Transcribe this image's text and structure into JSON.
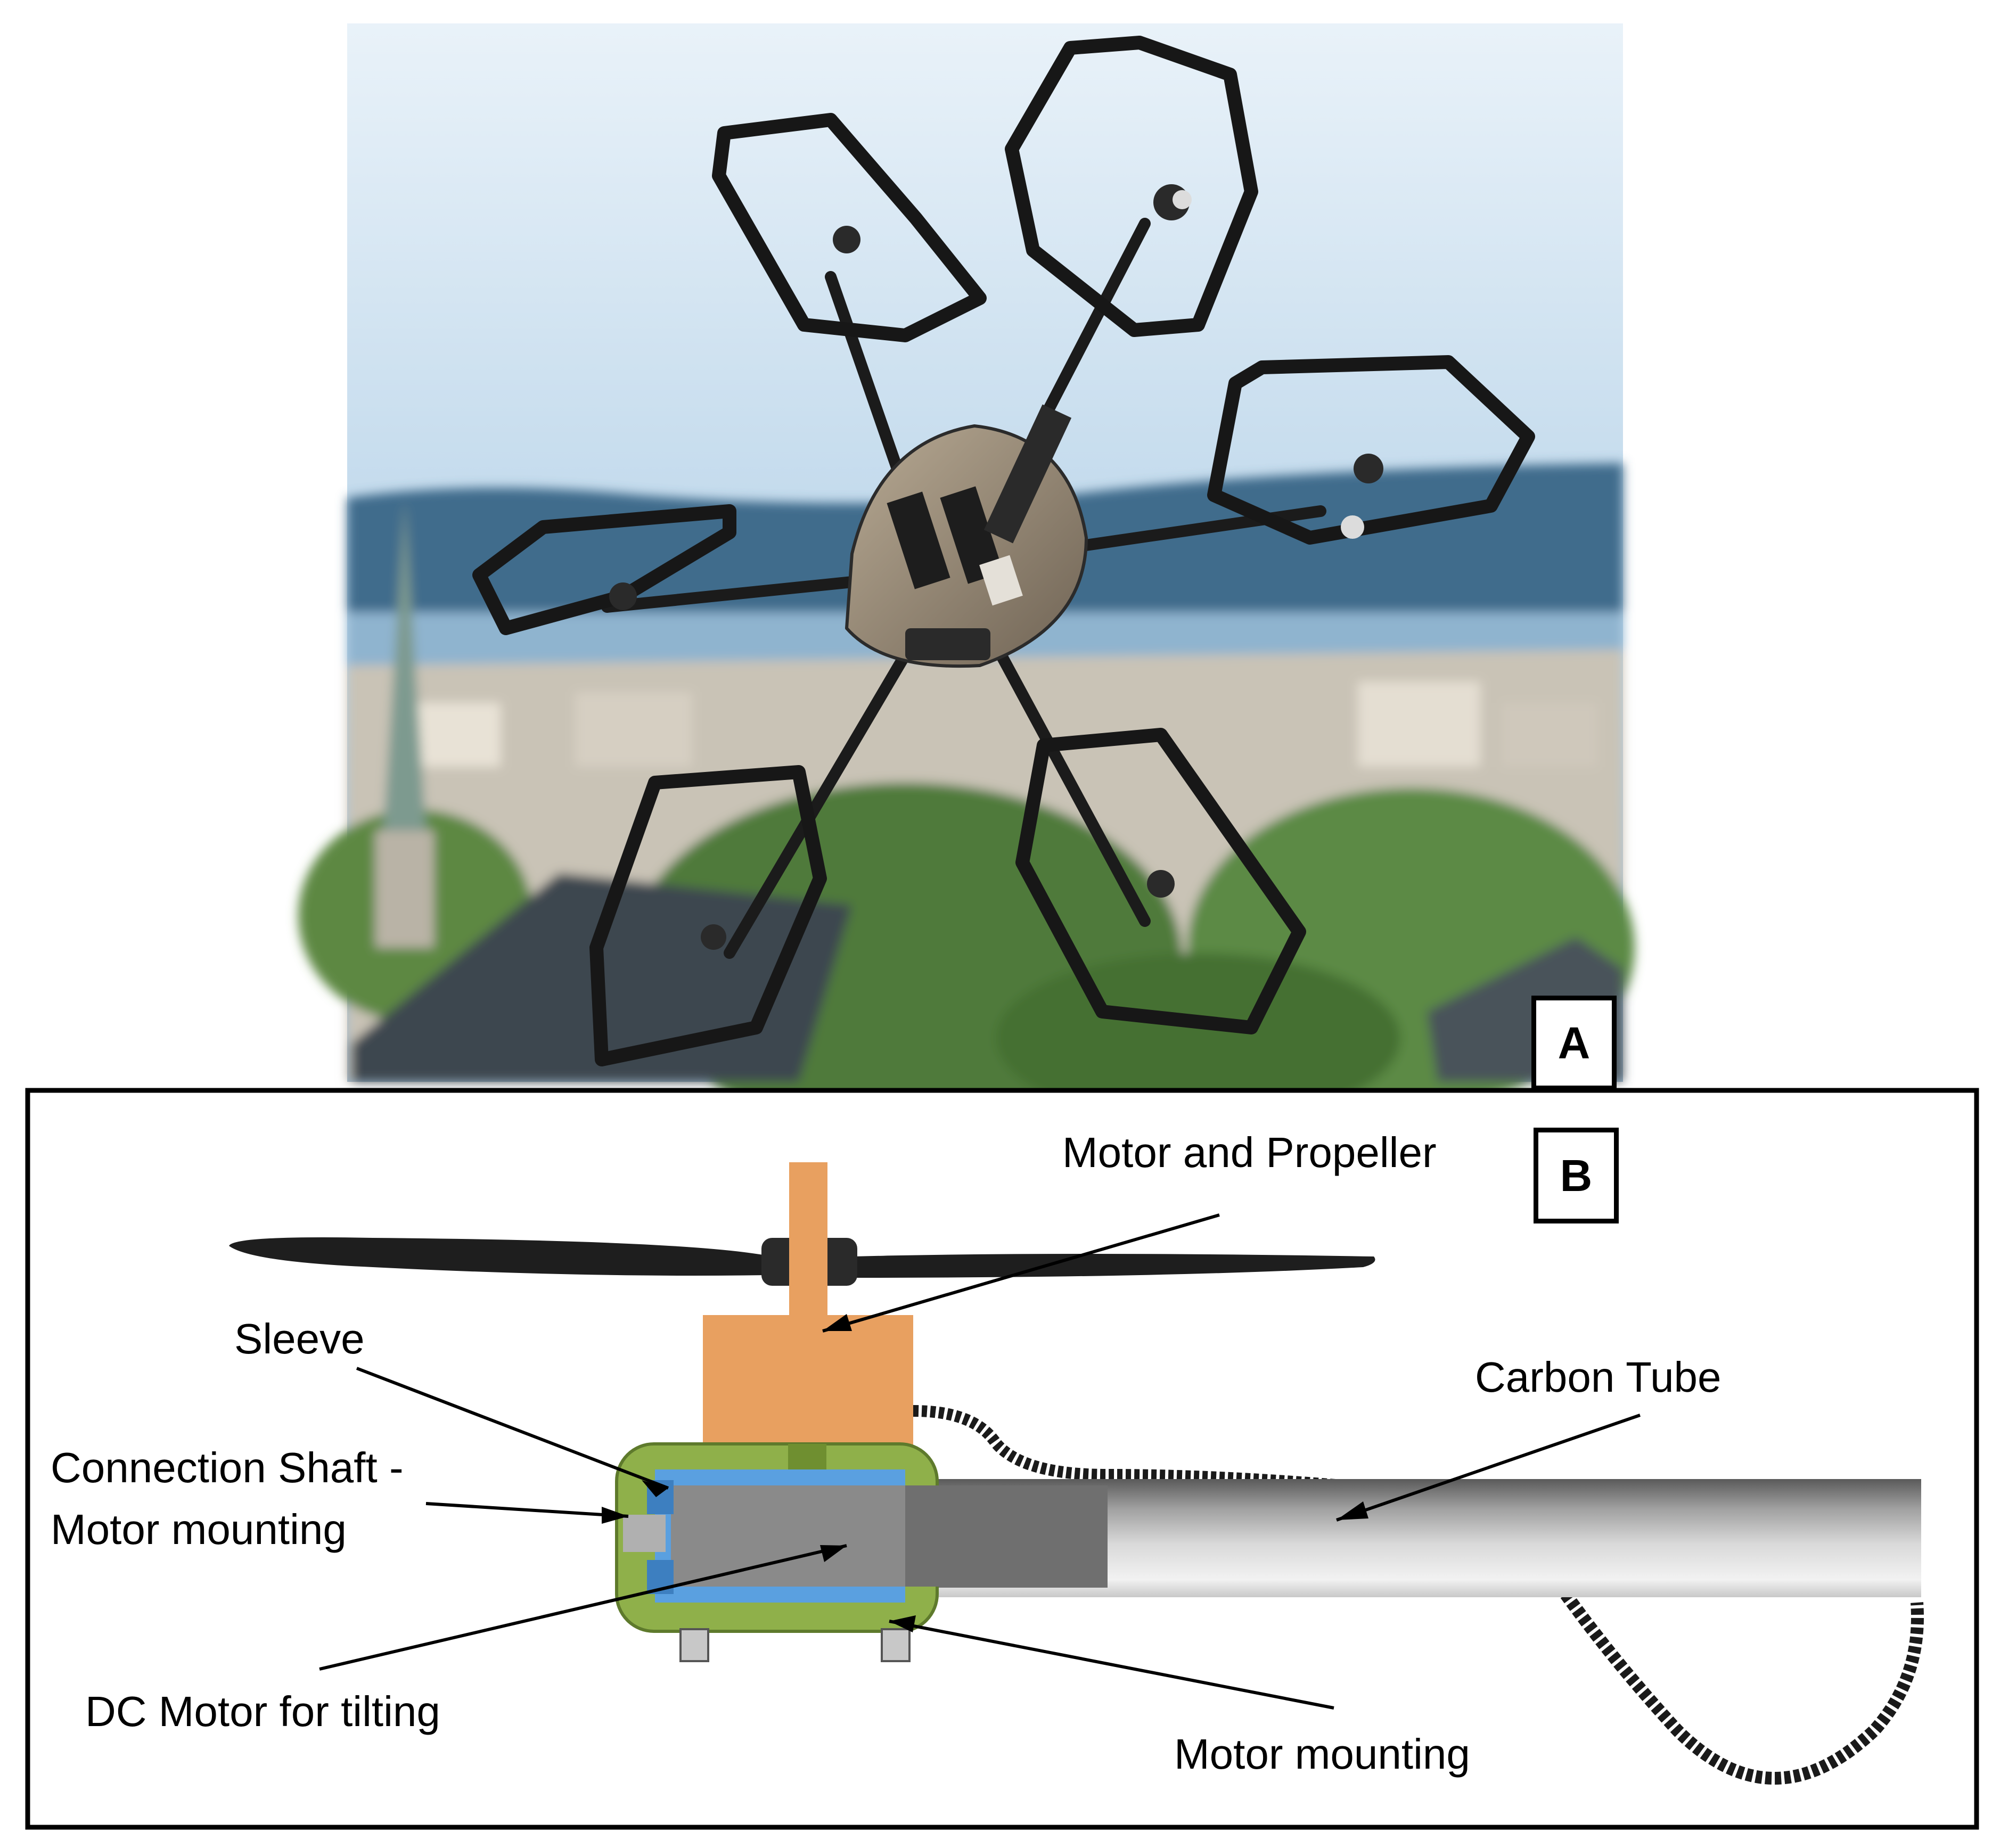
{
  "panel_a": {
    "label": "A",
    "photo_icon": "hexacopter-drone-photo",
    "sky_color": "#bcd6ea",
    "ground_color": "#5b7a45",
    "drone_body_color": "#9a8a74"
  },
  "panel_b": {
    "label": "B",
    "callouts": {
      "motor_and_propeller": "Motor and Propeller",
      "sleeve": "Sleeve",
      "connection_shaft_line1": "Connection Shaft -",
      "connection_shaft_line2": "Motor mounting",
      "carbon_tube": "Carbon Tube",
      "dc_motor": "DC Motor for tilting",
      "motor_mounting": "Motor mounting"
    },
    "part_colors": {
      "motor": "#e8a060",
      "mounting": "#8fb04a",
      "sleeve": "#5aa0e0",
      "shaft": "#8a8a8a",
      "tube": "#bfbfbf"
    }
  }
}
